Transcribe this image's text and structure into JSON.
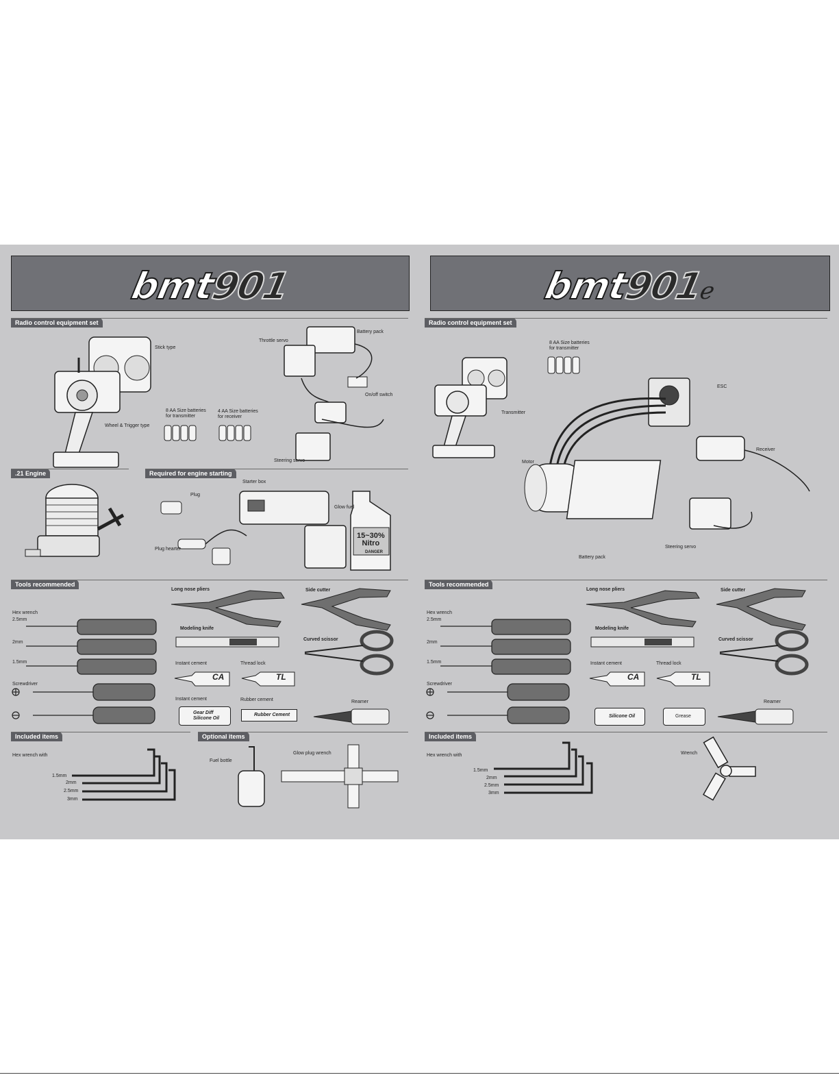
{
  "left": {
    "logo": {
      "text": "bmt",
      "num": "901",
      "suffix": ""
    },
    "sections": {
      "radio": "Radio control equipment set",
      "engine": ".21 Engine",
      "starting": "Required for engine starting",
      "tools": "Tools recommended",
      "included": "Included items",
      "optional": "Optional items"
    },
    "labels": {
      "stick_type": "Stick type",
      "wheel_trigger": "Wheel & Trigger type",
      "aa8": "8 AA Size batteries\nfor transmitter",
      "aa4": "4 AA Size batteries\nfor receiver",
      "throttle_servo": "Throttle servo",
      "battery_pack": "Battery pack",
      "onoff": "On/off switch",
      "steering_servo": "Steering servo",
      "plug": "Plug",
      "starter_box": "Starter box",
      "glow_fuel": "Glow fuel",
      "plug_heater": "Plug hearter",
      "nitro": "15~30%\nNitro",
      "danger": "DANGER",
      "hex_wrench": "Hex wrench",
      "hex_25": "2.5mm",
      "hex_2": "2mm",
      "hex_15": "1.5mm",
      "screwdriver": "Screwdriver",
      "long_nose": "Long nose pliers",
      "side_cutter": "Side cutter",
      "modeling_knife": "Modeling knife",
      "curved_scissor": "Curved scissor",
      "instant_cement": "Instant cement",
      "thread_lock": "Thread lock",
      "ca": "CA",
      "tl": "TL",
      "instant_cement2": "Instant cement",
      "rubber_cement": "Rubber cement",
      "gear_diff": "Gear Diff\nSilicone Oil",
      "rubber_cement_tube": "Rubber Cement",
      "reamer": "Reamer",
      "hex_with": "Hex wrench with",
      "inc_15": "1.5mm",
      "inc_2": "2mm",
      "inc_25": "2.5mm",
      "inc_3": "3mm",
      "fuel_bottle": "Fuel bottle",
      "glow_plug_wrench": "Glow plug wrench"
    }
  },
  "right": {
    "logo": {
      "text": "bmt",
      "num": "901",
      "suffix": "e"
    },
    "sections": {
      "radio": "Radio control equipment set",
      "tools": "Tools recommended",
      "included": "Included items"
    },
    "labels": {
      "aa8": "8 AA Size batteries\nfor transmitter",
      "transmitter": "Transmitter",
      "esc": "ESC",
      "motor": "Motor",
      "receiver": "Receiver",
      "steering_servo": "Steering servo",
      "battery_pack": "Battery pack",
      "hex_wrench": "Hex wrench",
      "hex_25": "2.5mm",
      "hex_2": "2mm",
      "hex_15": "1.5mm",
      "screwdriver": "Screwdriver",
      "long_nose": "Long nose pliers",
      "side_cutter": "Side cutter",
      "modeling_knife": "Modeling knife",
      "curved_scissor": "Curved scissor",
      "instant_cement": "Instant cement",
      "thread_lock": "Thread lock",
      "ca": "CA",
      "tl": "TL",
      "silicone_oil": "Silicone Oil",
      "grease": "Grease",
      "reamer": "Reamer",
      "hex_with": "Hex wrench with",
      "inc_15": "1.5mm",
      "inc_2": "2mm",
      "inc_25": "2.5mm",
      "inc_3": "3mm",
      "wrench": "Wrench"
    }
  }
}
